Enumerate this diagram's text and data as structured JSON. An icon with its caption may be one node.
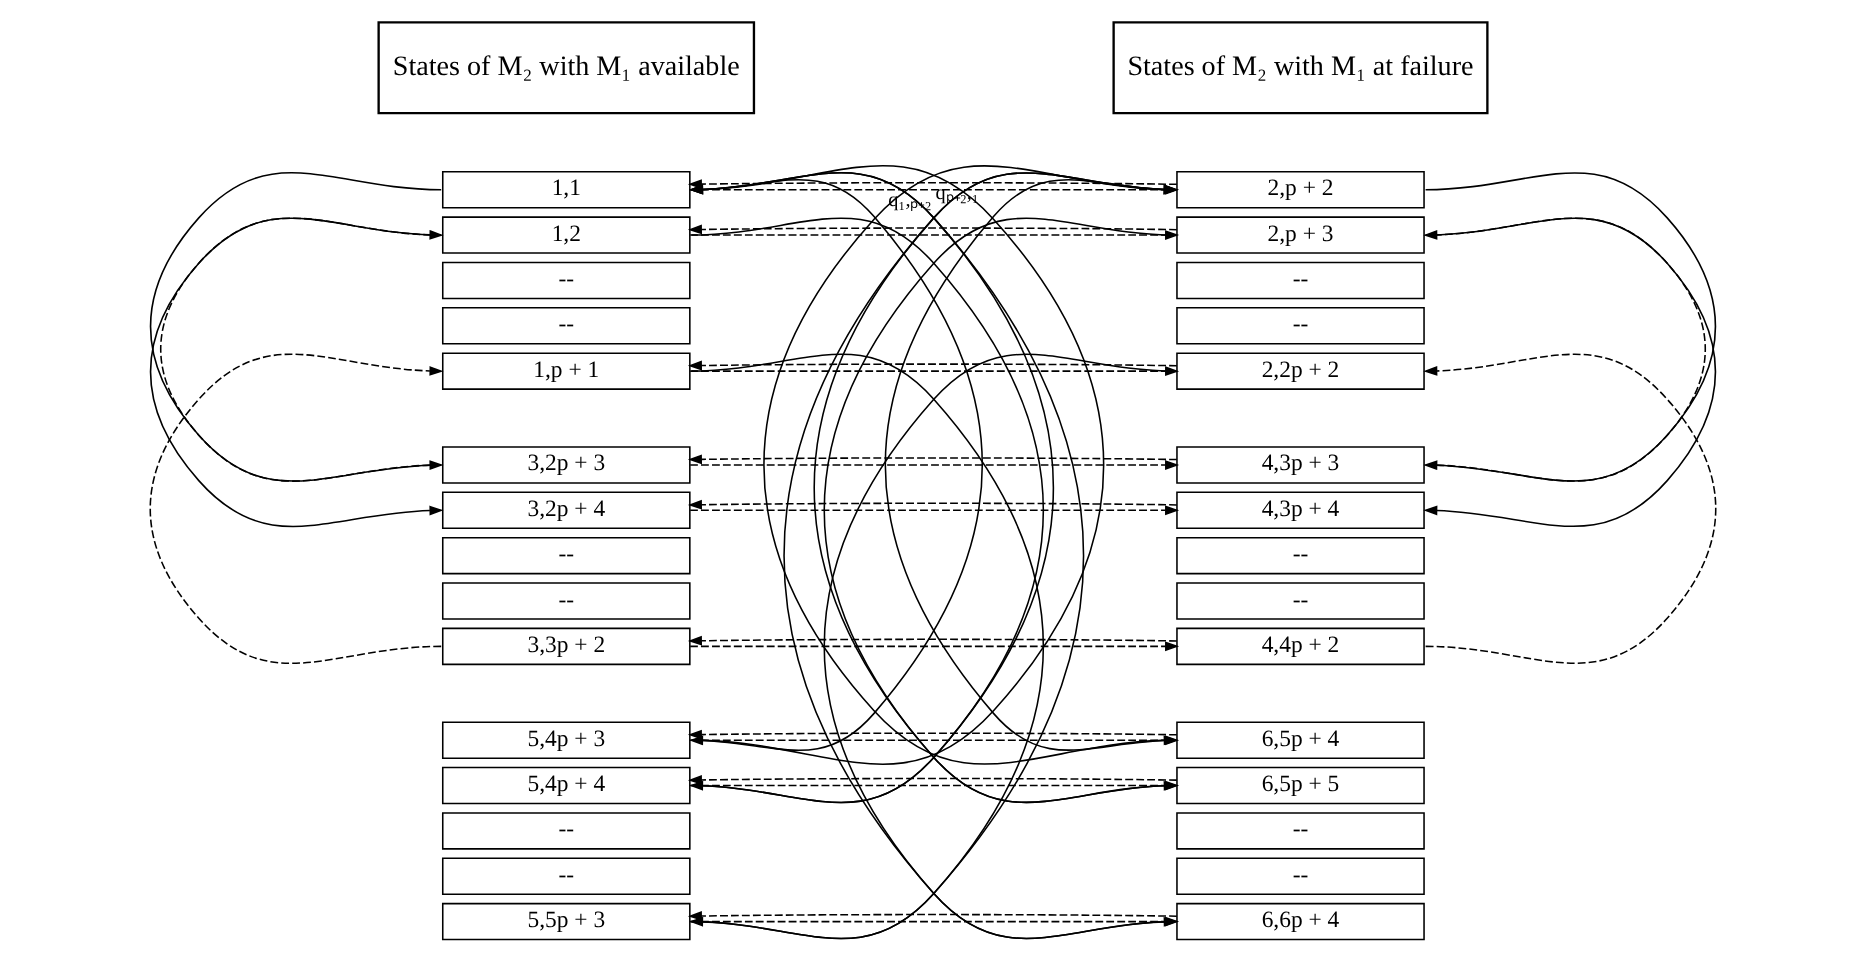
{
  "diagram": {
    "nodes": [
      {
        "text": [
          "States of M₂ with M₁ available"
        ]
      },
      {
        "text": [
          "States of M₂ with M₁ at failure"
        ]
      },
      {
        "text": [
          "1,1"
        ]
      },
      {
        "text": [
          "1,2"
        ]
      },
      {
        "text": [
          "--"
        ]
      },
      {
        "text": [
          "--"
        ]
      },
      {
        "text": [
          "1,p + 1"
        ]
      },
      {
        "text": [
          "3,2p + 3"
        ]
      },
      {
        "text": [
          "3,2p + 4"
        ]
      },
      {
        "text": [
          "--"
        ]
      },
      {
        "text": [
          "--"
        ]
      },
      {
        "text": [
          "3,3p + 2"
        ]
      },
      {
        "text": [
          "5,4p + 3"
        ]
      },
      {
        "text": [
          "5,4p + 4"
        ]
      },
      {
        "text": [
          "--"
        ]
      },
      {
        "text": [
          "--"
        ]
      },
      {
        "text": [
          "5,5p + 3"
        ]
      },
      {
        "text": [
          "2,p + 2"
        ]
      },
      {
        "text": [
          "2,p + 3"
        ]
      },
      {
        "text": [
          "--"
        ]
      },
      {
        "text": [
          "--"
        ]
      },
      {
        "text": [
          "2,2p + 2"
        ]
      },
      {
        "text": [
          "4,3p + 3"
        ]
      },
      {
        "text": [
          "4,3p + 4"
        ]
      },
      {
        "text": [
          "--"
        ]
      },
      {
        "text": [
          "--"
        ]
      },
      {
        "text": [
          "4,4p + 2"
        ]
      },
      {
        "text": [
          "6,5p + 4"
        ]
      },
      {
        "text": [
          "6,5p + 5"
        ]
      },
      {
        "text": [
          "--"
        ]
      },
      {
        "text": [
          "--"
        ]
      },
      {
        "text": [
          "6,6p + 4"
        ]
      }
    ],
    "edges": [
      {
        "from": 12,
        "to": 2,
        "arrow": "to"
      },
      {
        "from": 13,
        "to": 2,
        "arrow": "to"
      },
      {
        "from": 16,
        "to": 2,
        "arrow": "to"
      },
      {
        "from": 27,
        "to": 17,
        "arrow": "to"
      },
      {
        "from": 28,
        "to": 17,
        "arrow": "to"
      },
      {
        "from": 31,
        "to": 17,
        "arrow": "to"
      },
      {
        "from": 2,
        "to": 7,
        "arrow": "to"
      },
      {
        "from": 3,
        "to": 8,
        "arrow": "to"
      },
      {
        "from": 7,
        "to": 3,
        "arrow": "to",
        "style": "dashed"
      },
      {
        "from": 11,
        "to": 6,
        "arrow": "to",
        "style": "dashed"
      },
      {
        "from": 2,
        "to": 12,
        "arrow": "to"
      },
      {
        "from": 3,
        "to": 13,
        "arrow": "to"
      },
      {
        "from": 6,
        "to": 16,
        "arrow": "to"
      },
      {
        "from": 2,
        "to": 17,
        "arrow": "to",
        "style": "dashed",
        "label": "q₁,ₚ₊₂"
      },
      {
        "from": 17,
        "to": 2,
        "arrow": "to",
        "style": "dashed",
        "label": "qₚ₊₂,₁"
      },
      {
        "from": 3,
        "to": 18,
        "arrow": "to",
        "style": "dashed"
      },
      {
        "from": 18,
        "to": 3,
        "arrow": "to",
        "style": "dashed"
      },
      {
        "from": 6,
        "to": 21,
        "arrow": "to",
        "style": "dashed"
      },
      {
        "from": 21,
        "to": 6,
        "arrow": "to",
        "style": "dashed"
      },
      {
        "from": 7,
        "to": 22,
        "arrow": "to",
        "style": "dashed"
      },
      {
        "from": 22,
        "to": 7,
        "arrow": "to",
        "style": "dashed"
      },
      {
        "from": 8,
        "to": 23,
        "arrow": "to",
        "style": "dashed"
      },
      {
        "from": 23,
        "to": 8,
        "arrow": "to",
        "style": "dashed"
      },
      {
        "from": 11,
        "to": 26,
        "arrow": "to",
        "style": "dashed"
      },
      {
        "from": 26,
        "to": 11,
        "arrow": "to",
        "style": "dashed"
      },
      {
        "from": 12,
        "to": 27,
        "arrow": "to",
        "style": "dashed"
      },
      {
        "from": 27,
        "to": 12,
        "arrow": "to",
        "style": "dashed"
      },
      {
        "from": 13,
        "to": 28,
        "arrow": "to",
        "style": "dashed"
      },
      {
        "from": 28,
        "to": 13,
        "arrow": "to",
        "style": "dashed"
      },
      {
        "from": 16,
        "to": 31,
        "arrow": "to",
        "style": "dashed"
      },
      {
        "from": 31,
        "to": 16,
        "arrow": "to",
        "style": "dashed"
      },
      {
        "from": 17,
        "to": 22,
        "arrow": "to"
      },
      {
        "from": 18,
        "to": 23,
        "arrow": "to"
      },
      {
        "from": 22,
        "to": 18,
        "arrow": "to",
        "style": "dashed"
      },
      {
        "from": 26,
        "to": 21,
        "arrow": "to",
        "style": "dashed"
      },
      {
        "from": 17,
        "to": 27,
        "arrow": "to"
      },
      {
        "from": 18,
        "to": 28,
        "arrow": "to"
      },
      {
        "from": 21,
        "to": 31,
        "arrow": "to"
      }
    ]
  }
}
